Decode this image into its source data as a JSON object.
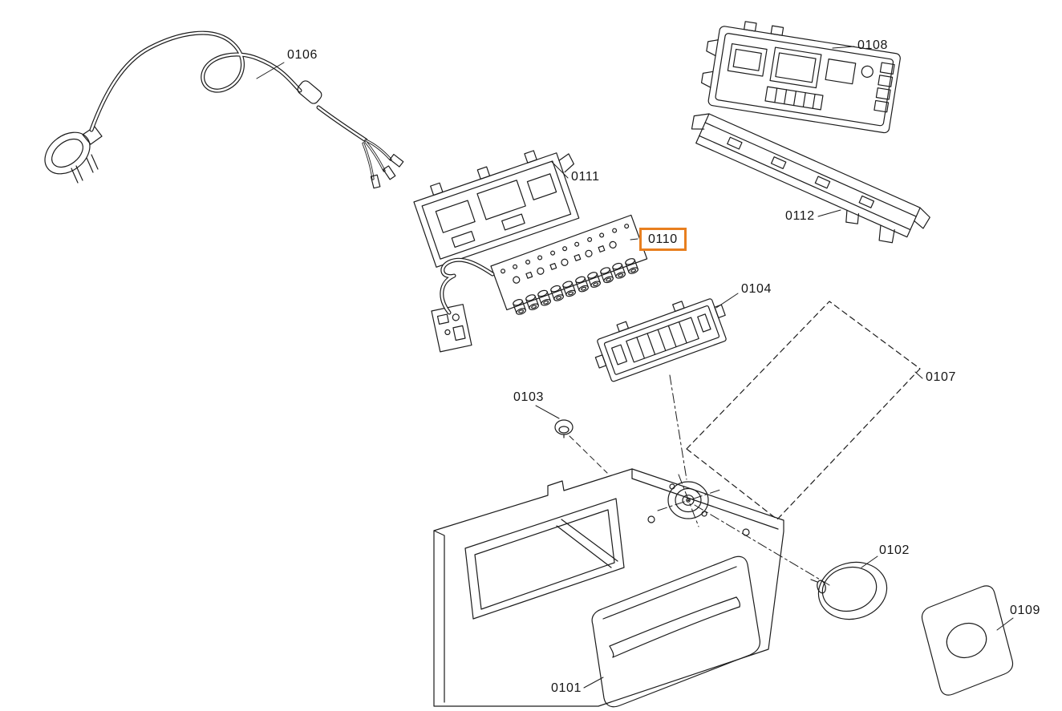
{
  "diagram": {
    "type": "exploded-parts-diagram",
    "background_color": "#ffffff",
    "line_color": "#1c1c1c",
    "highlight": {
      "part": "0110",
      "color": "#e87f1f"
    },
    "parts": [
      {
        "label": "0106",
        "name": "power-cord",
        "highlighted": false
      },
      {
        "label": "0108",
        "name": "power-module",
        "highlighted": false
      },
      {
        "label": "0111",
        "name": "support-frame",
        "highlighted": false
      },
      {
        "label": "0110",
        "name": "control-pcb",
        "highlighted": true
      },
      {
        "label": "0112",
        "name": "mounting-rail",
        "highlighted": false
      },
      {
        "label": "0104",
        "name": "display-module",
        "highlighted": false
      },
      {
        "label": "0103",
        "name": "push-button",
        "highlighted": false
      },
      {
        "label": "0107",
        "name": "fascia-outline",
        "highlighted": false
      },
      {
        "label": "0102",
        "name": "rotary-knob",
        "highlighted": false
      },
      {
        "label": "0101",
        "name": "drawer-front",
        "highlighted": false
      },
      {
        "label": "0109",
        "name": "cover-plate",
        "highlighted": false
      }
    ]
  }
}
